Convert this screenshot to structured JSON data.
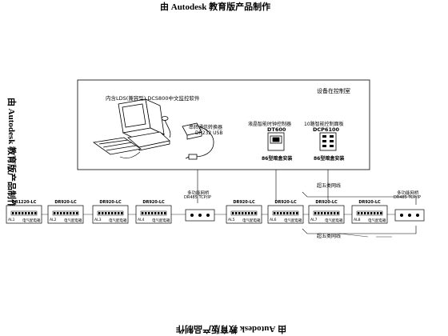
{
  "watermark": "由 Autodesk 教育版产品制作",
  "control_room": {
    "title": "设备在控制室",
    "software_label": "内含LDS(兼容型) DCS800中文监控软件",
    "converter_label": "串转通信转换器",
    "converter_model": "DR232 USB",
    "timer_device": {
      "label": "液晶智能时钟控制器",
      "model": "DT600",
      "install": "86型暗盒安装"
    },
    "panel_device": {
      "label": "10路智能控制面板",
      "model": "DCP6100",
      "install": "86型暗盒安装"
    }
  },
  "bus_labels": {
    "upper": "超五类网线",
    "lower": "超五类网线"
  },
  "modules": [
    {
      "name": "DR1220-LC",
      "tag": "AL1",
      "desc": "电气配电箱"
    },
    {
      "name": "DR920-LC",
      "tag": "AL2",
      "desc": "电气配电箱"
    },
    {
      "name": "DR920-LC",
      "tag": "AL3",
      "desc": "电气配电箱"
    },
    {
      "name": "DR920-LC",
      "tag": "AL4",
      "desc": "电气配电箱"
    },
    {
      "name": "DR920-LC",
      "tag": "AL5",
      "desc": "电气配电箱"
    },
    {
      "name": "DR920-LC",
      "tag": "AL6",
      "desc": "电气配电箱"
    },
    {
      "name": "DR920-LC",
      "tag": "AL7",
      "desc": "电气配电箱"
    },
    {
      "name": "DR920-LC",
      "tag": "AL8",
      "desc": "电气配电箱"
    }
  ],
  "bridges": [
    {
      "label": "多功能网桥",
      "model": "DR485 TCP/IP"
    },
    {
      "label": "多功能网桥",
      "model": "DR485 TCP/IP"
    }
  ]
}
